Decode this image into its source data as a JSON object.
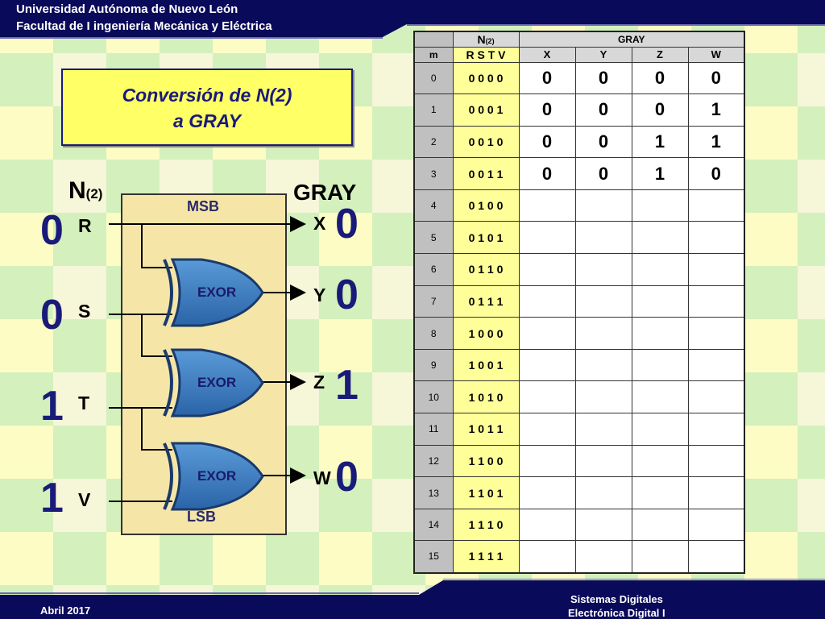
{
  "header": {
    "line1": "Universidad Autónoma de Nuevo León",
    "line2": "Facultad de I ingeniería Mecánica y Eléctrica"
  },
  "title": {
    "line1": "Conversión de N(2)",
    "line2": "a GRAY"
  },
  "circuit": {
    "input_heading": "N",
    "input_heading_sub": "(2)",
    "output_heading": "GRAY",
    "msb": "MSB",
    "lsb": "LSB",
    "gate_label": "EXOR",
    "inputs": [
      {
        "label": "R",
        "value": "0"
      },
      {
        "label": "S",
        "value": "0"
      },
      {
        "label": "T",
        "value": "1"
      },
      {
        "label": "V",
        "value": "1"
      }
    ],
    "outputs": [
      {
        "label": "X",
        "value": "0"
      },
      {
        "label": "Y",
        "value": "0"
      },
      {
        "label": "Z",
        "value": "1"
      },
      {
        "label": "W",
        "value": "0"
      }
    ]
  },
  "table": {
    "group_n": "N",
    "group_n_sub": "(2)",
    "group_gray": "GRAY",
    "col_m": "m",
    "col_bits": "R S T V",
    "col_gray": [
      "X",
      "Y",
      "Z",
      "W"
    ],
    "rows": [
      {
        "m": "0",
        "n": "0 0 0 0",
        "g": [
          "0",
          "0",
          "0",
          "0"
        ]
      },
      {
        "m": "1",
        "n": "0 0 0 1",
        "g": [
          "0",
          "0",
          "0",
          "1"
        ]
      },
      {
        "m": "2",
        "n": "0 0 1 0",
        "g": [
          "0",
          "0",
          "1",
          "1"
        ]
      },
      {
        "m": "3",
        "n": "0 0 1 1",
        "g": [
          "0",
          "0",
          "1",
          "0"
        ]
      },
      {
        "m": "4",
        "n": "0 1 0 0",
        "g": [
          "",
          "",
          "",
          ""
        ]
      },
      {
        "m": "5",
        "n": "0 1 0 1",
        "g": [
          "",
          "",
          "",
          ""
        ]
      },
      {
        "m": "6",
        "n": "0 1 1 0",
        "g": [
          "",
          "",
          "",
          ""
        ]
      },
      {
        "m": "7",
        "n": "0 1 1 1",
        "g": [
          "",
          "",
          "",
          ""
        ]
      },
      {
        "m": "8",
        "n": "1 0 0 0",
        "g": [
          "",
          "",
          "",
          ""
        ]
      },
      {
        "m": "9",
        "n": "1 0 0 1",
        "g": [
          "",
          "",
          "",
          ""
        ]
      },
      {
        "m": "10",
        "n": "1 0 1 0",
        "g": [
          "",
          "",
          "",
          ""
        ]
      },
      {
        "m": "11",
        "n": "1 0 1 1",
        "g": [
          "",
          "",
          "",
          ""
        ]
      },
      {
        "m": "12",
        "n": "1 1 0 0",
        "g": [
          "",
          "",
          "",
          ""
        ]
      },
      {
        "m": "13",
        "n": "1 1 0 1",
        "g": [
          "",
          "",
          "",
          ""
        ]
      },
      {
        "m": "14",
        "n": "1 1 1 0",
        "g": [
          "",
          "",
          "",
          ""
        ]
      },
      {
        "m": "15",
        "n": "1 1 1 1",
        "g": [
          "",
          "",
          "",
          ""
        ]
      }
    ]
  },
  "footer": {
    "date": "Abril 2017",
    "course1": "Sistemas Digitales",
    "course2": "Electrónica Digital I"
  },
  "colors": {
    "navy": "#0a0a5a",
    "accent_yellow": "#ffff66",
    "circuit_bg": "#f5e6a8",
    "gate_blue": "#3d7fc4"
  }
}
